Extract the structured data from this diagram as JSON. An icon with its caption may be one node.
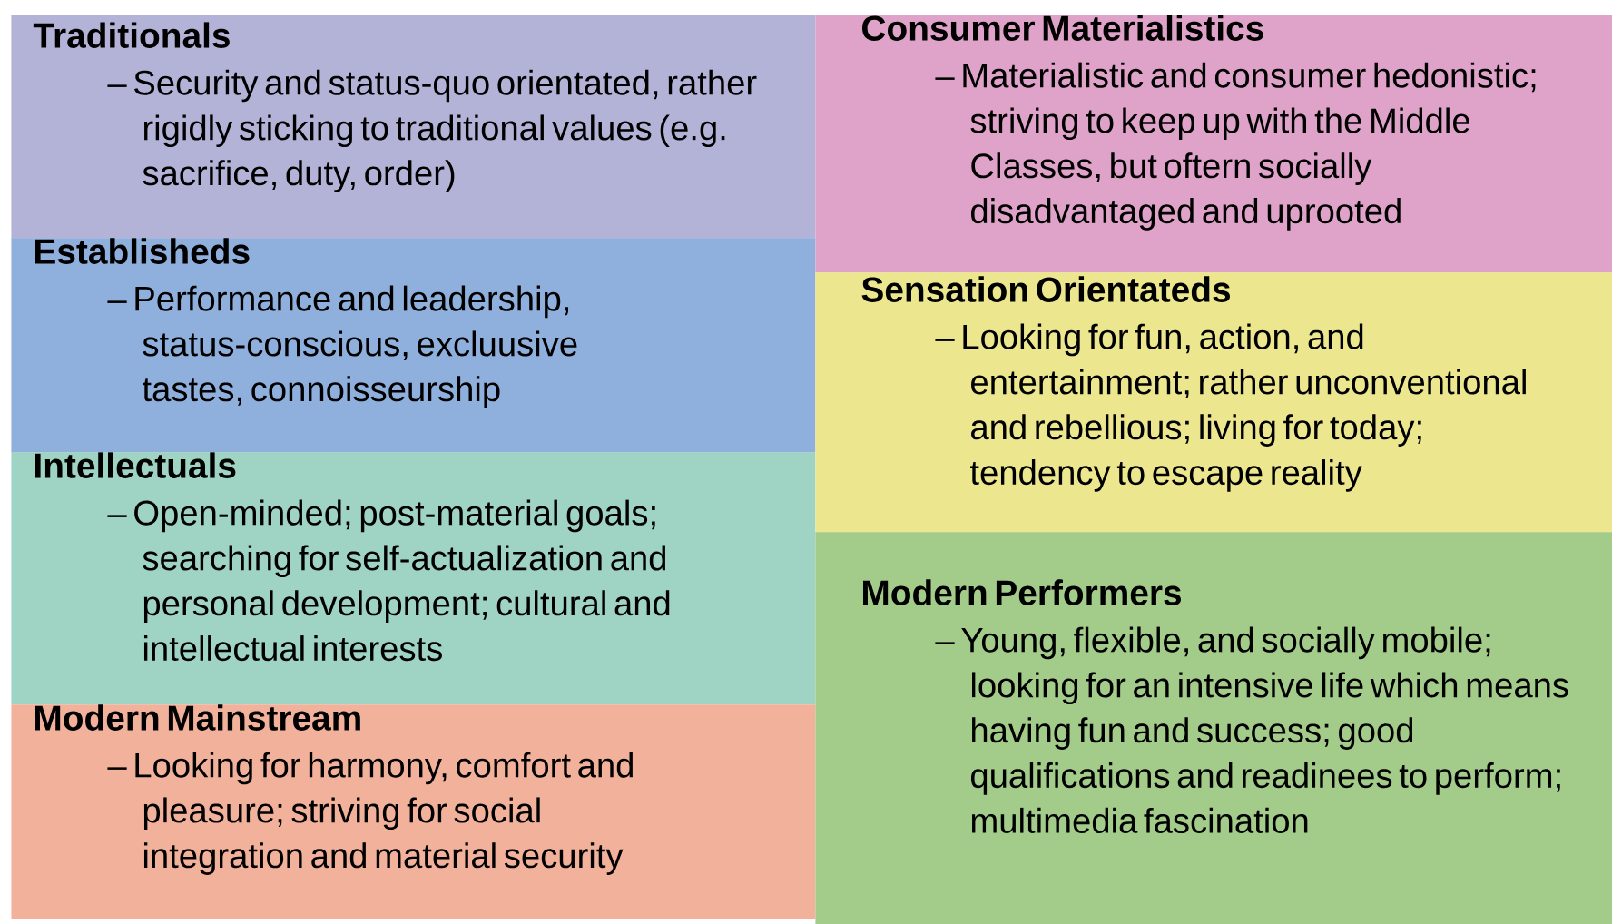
{
  "diagram": {
    "nodes": [
      {
        "text": [
          "Traditionals",
          "– Security and status-quo orientated, rather rigidly sticking to traditional values (e.g. sacrifice, duty, order)"
        ]
      },
      {
        "text": [
          "Establisheds",
          "– Performance and leadership, status-conscious, excluusive tastes, connoisseurship"
        ]
      },
      {
        "text": [
          "Intellectuals",
          "– Open-minded; post-material goals; searching for self-actualization and personal development; cultural and intellectual interests"
        ]
      },
      {
        "text": [
          "Modern Mainstream",
          "– Looking for harmony, comfort and pleasure; striving for social integration and material security"
        ]
      },
      {
        "text": [
          "Consumer Materialistics",
          "– Materialistic and consumer hedonistic; striving to keep up with the Middle Classes, but oftern socially disadvantaged and uprooted"
        ]
      },
      {
        "text": [
          "Sensation Orientateds",
          "– Looking for fun, action, and entertainment; rather unconventional and rebellious; living for today; tendency to escape reality"
        ]
      },
      {
        "text": [
          "Modern Performers",
          "– Young, flexible, and socially mobile; looking for an intensive life which means having fun and success; good qualifications and readinees to perform; multimedia fascination"
        ]
      }
    ]
  }
}
